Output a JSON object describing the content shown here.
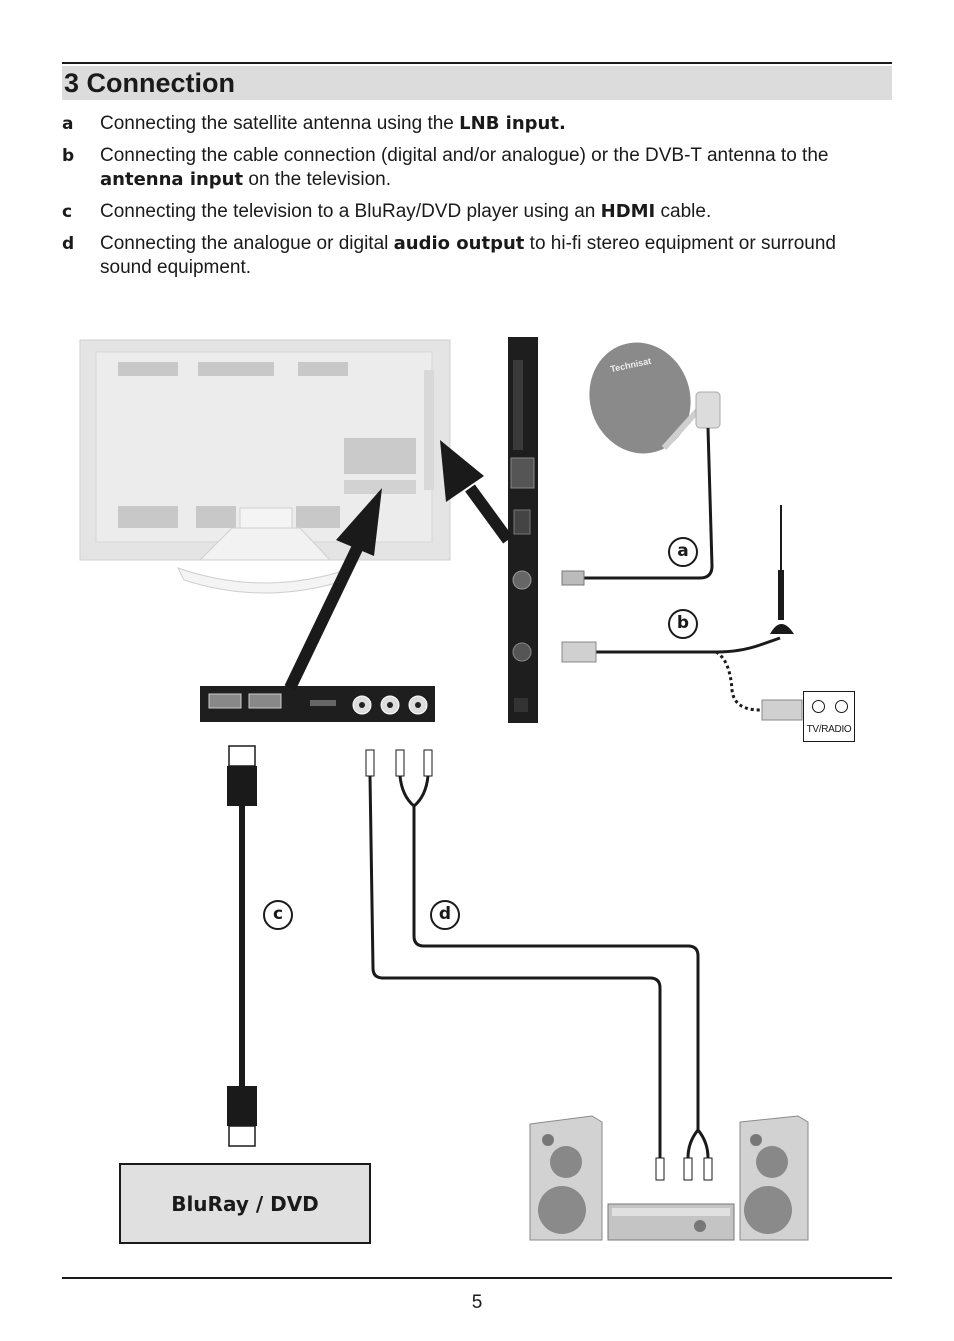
{
  "section": {
    "title": "3 Connection"
  },
  "steps": [
    {
      "letter": "a",
      "before": "Connecting the satellite antenna using the ",
      "keyword": "LNB input.",
      "after": ""
    },
    {
      "letter": "b",
      "before": "Connecting the cable connection (digital and/or analogue) or the DVB-T antenna to the ",
      "keyword": "antenna input",
      "after": " on the television."
    },
    {
      "letter": "c",
      "before": "Connecting the television to a BluRay/DVD player using an ",
      "keyword": "HDMI",
      "after": " cable."
    },
    {
      "letter": "d",
      "before": "Connecting the analogue or digital ",
      "keyword": "audio output",
      "after": " to hi-fi stereo equipment or surround sound equipment."
    }
  ],
  "diagram": {
    "labels": {
      "a": "a",
      "b": "b",
      "c": "c",
      "d": "d"
    },
    "tvradio_label": "TV/RADIO",
    "bluray_label": "BluRay / DVD",
    "dish_brand": "Technisat"
  },
  "footer": {
    "page_number": "5"
  },
  "colors": {
    "header_bg": "#dcdcdc",
    "tv_body": "#e6e6e6",
    "panel_dark": "#1e1e1e",
    "dish": "#8a8a8a"
  }
}
